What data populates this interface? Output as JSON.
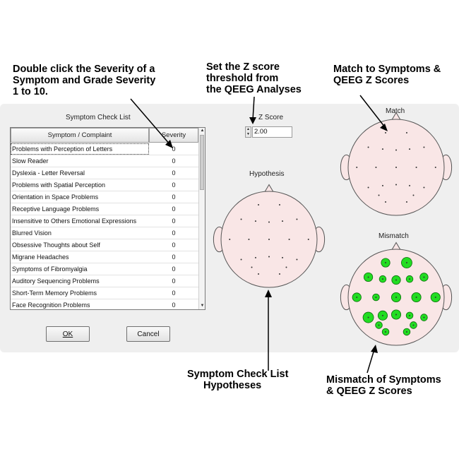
{
  "annotations": {
    "severity": [
      "Double click the Severity of a",
      "Symptom and Grade Severity",
      "1 to 10."
    ],
    "zscore": [
      "Set the Z score",
      "threshold from",
      "the QEEG Analyses"
    ],
    "match": [
      "Match to Symptoms &",
      "QEEG Z Scores"
    ],
    "hypotheses": [
      "Symptom Check List",
      "Hypotheses"
    ],
    "mismatch": [
      "Mismatch of Symptoms",
      "& QEEG Z Scores"
    ]
  },
  "dialog": {
    "checklist_title": "Symptom Check List",
    "zscore_label": "Z Score",
    "zscore_value": "2.00",
    "hypothesis_label": "Hypothesis",
    "match_label": "Match",
    "mismatch_label": "Mismatch",
    "ok_label": "OK",
    "cancel_label": "Cancel"
  },
  "table": {
    "headers": [
      "Symptom / Complaint",
      "Severity"
    ],
    "rows": [
      {
        "symptom": "Problems with Perception of Letters",
        "severity": "0"
      },
      {
        "symptom": "Slow Reader",
        "severity": "0"
      },
      {
        "symptom": "Dyslexia - Letter Reversal",
        "severity": "0"
      },
      {
        "symptom": "Problems with Spatial Perception",
        "severity": "0"
      },
      {
        "symptom": "Orientation in Space Problems",
        "severity": "0"
      },
      {
        "symptom": "Receptive Language Problems",
        "severity": "0"
      },
      {
        "symptom": "Insensitive to Others Emotional Expressions",
        "severity": "0"
      },
      {
        "symptom": "Blurred Vision",
        "severity": "0"
      },
      {
        "symptom": "Obsessive Thoughts about Self",
        "severity": "0"
      },
      {
        "symptom": "Migrane Headaches",
        "severity": "0"
      },
      {
        "symptom": "Symptoms of Fibromyalgia",
        "severity": "0"
      },
      {
        "symptom": "Auditory Sequencing Problems",
        "severity": "0"
      },
      {
        "symptom": "Short-Term Memory Problems",
        "severity": "0"
      },
      {
        "symptom": "Face Recognition Problems",
        "severity": "0"
      }
    ]
  },
  "mismatch_levels": [
    0.7,
    0.85,
    0.7,
    0.55,
    0.7,
    0.55,
    0.65,
    0.7,
    0.55,
    0.75,
    0.75,
    0.75,
    0.85,
    0.75,
    0.75,
    0.55,
    0.55,
    0.55,
    0.55,
    0.55,
    0.55
  ],
  "colors": {
    "head_fill": "#f9e6e6",
    "head_stroke": "#555555",
    "electrode_dot": "#333333",
    "mismatch_fill": "#22dd22",
    "mismatch_stroke": "#0a6a0a",
    "dialog_bg": "#efefef"
  },
  "icons": {
    "arrow": "arrow-line-icon",
    "spinner": "spin-updown-icon",
    "scroll": "scrollbar-arrows-icon"
  }
}
